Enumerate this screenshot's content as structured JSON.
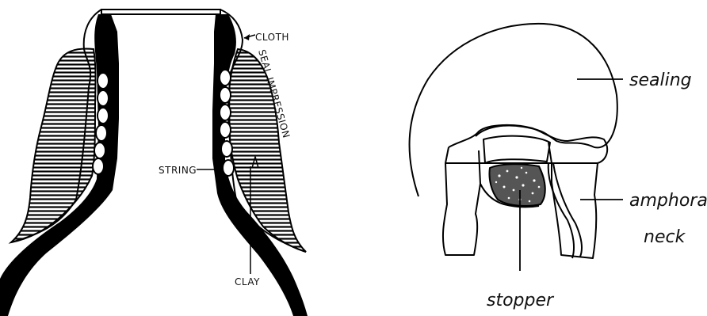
{
  "left_diagram": {
    "labels": {
      "cloth": "CLOTH",
      "seal_impression": "SEAL IMPRESSION",
      "string": "STRING",
      "clay": "CLAY"
    }
  },
  "right_diagram": {
    "labels": {
      "sealing": "sealing",
      "amphora": "amphora",
      "neck": "neck",
      "stopper": "stopper"
    }
  },
  "colors": {
    "ink": "#000000",
    "paper": "#ffffff"
  }
}
